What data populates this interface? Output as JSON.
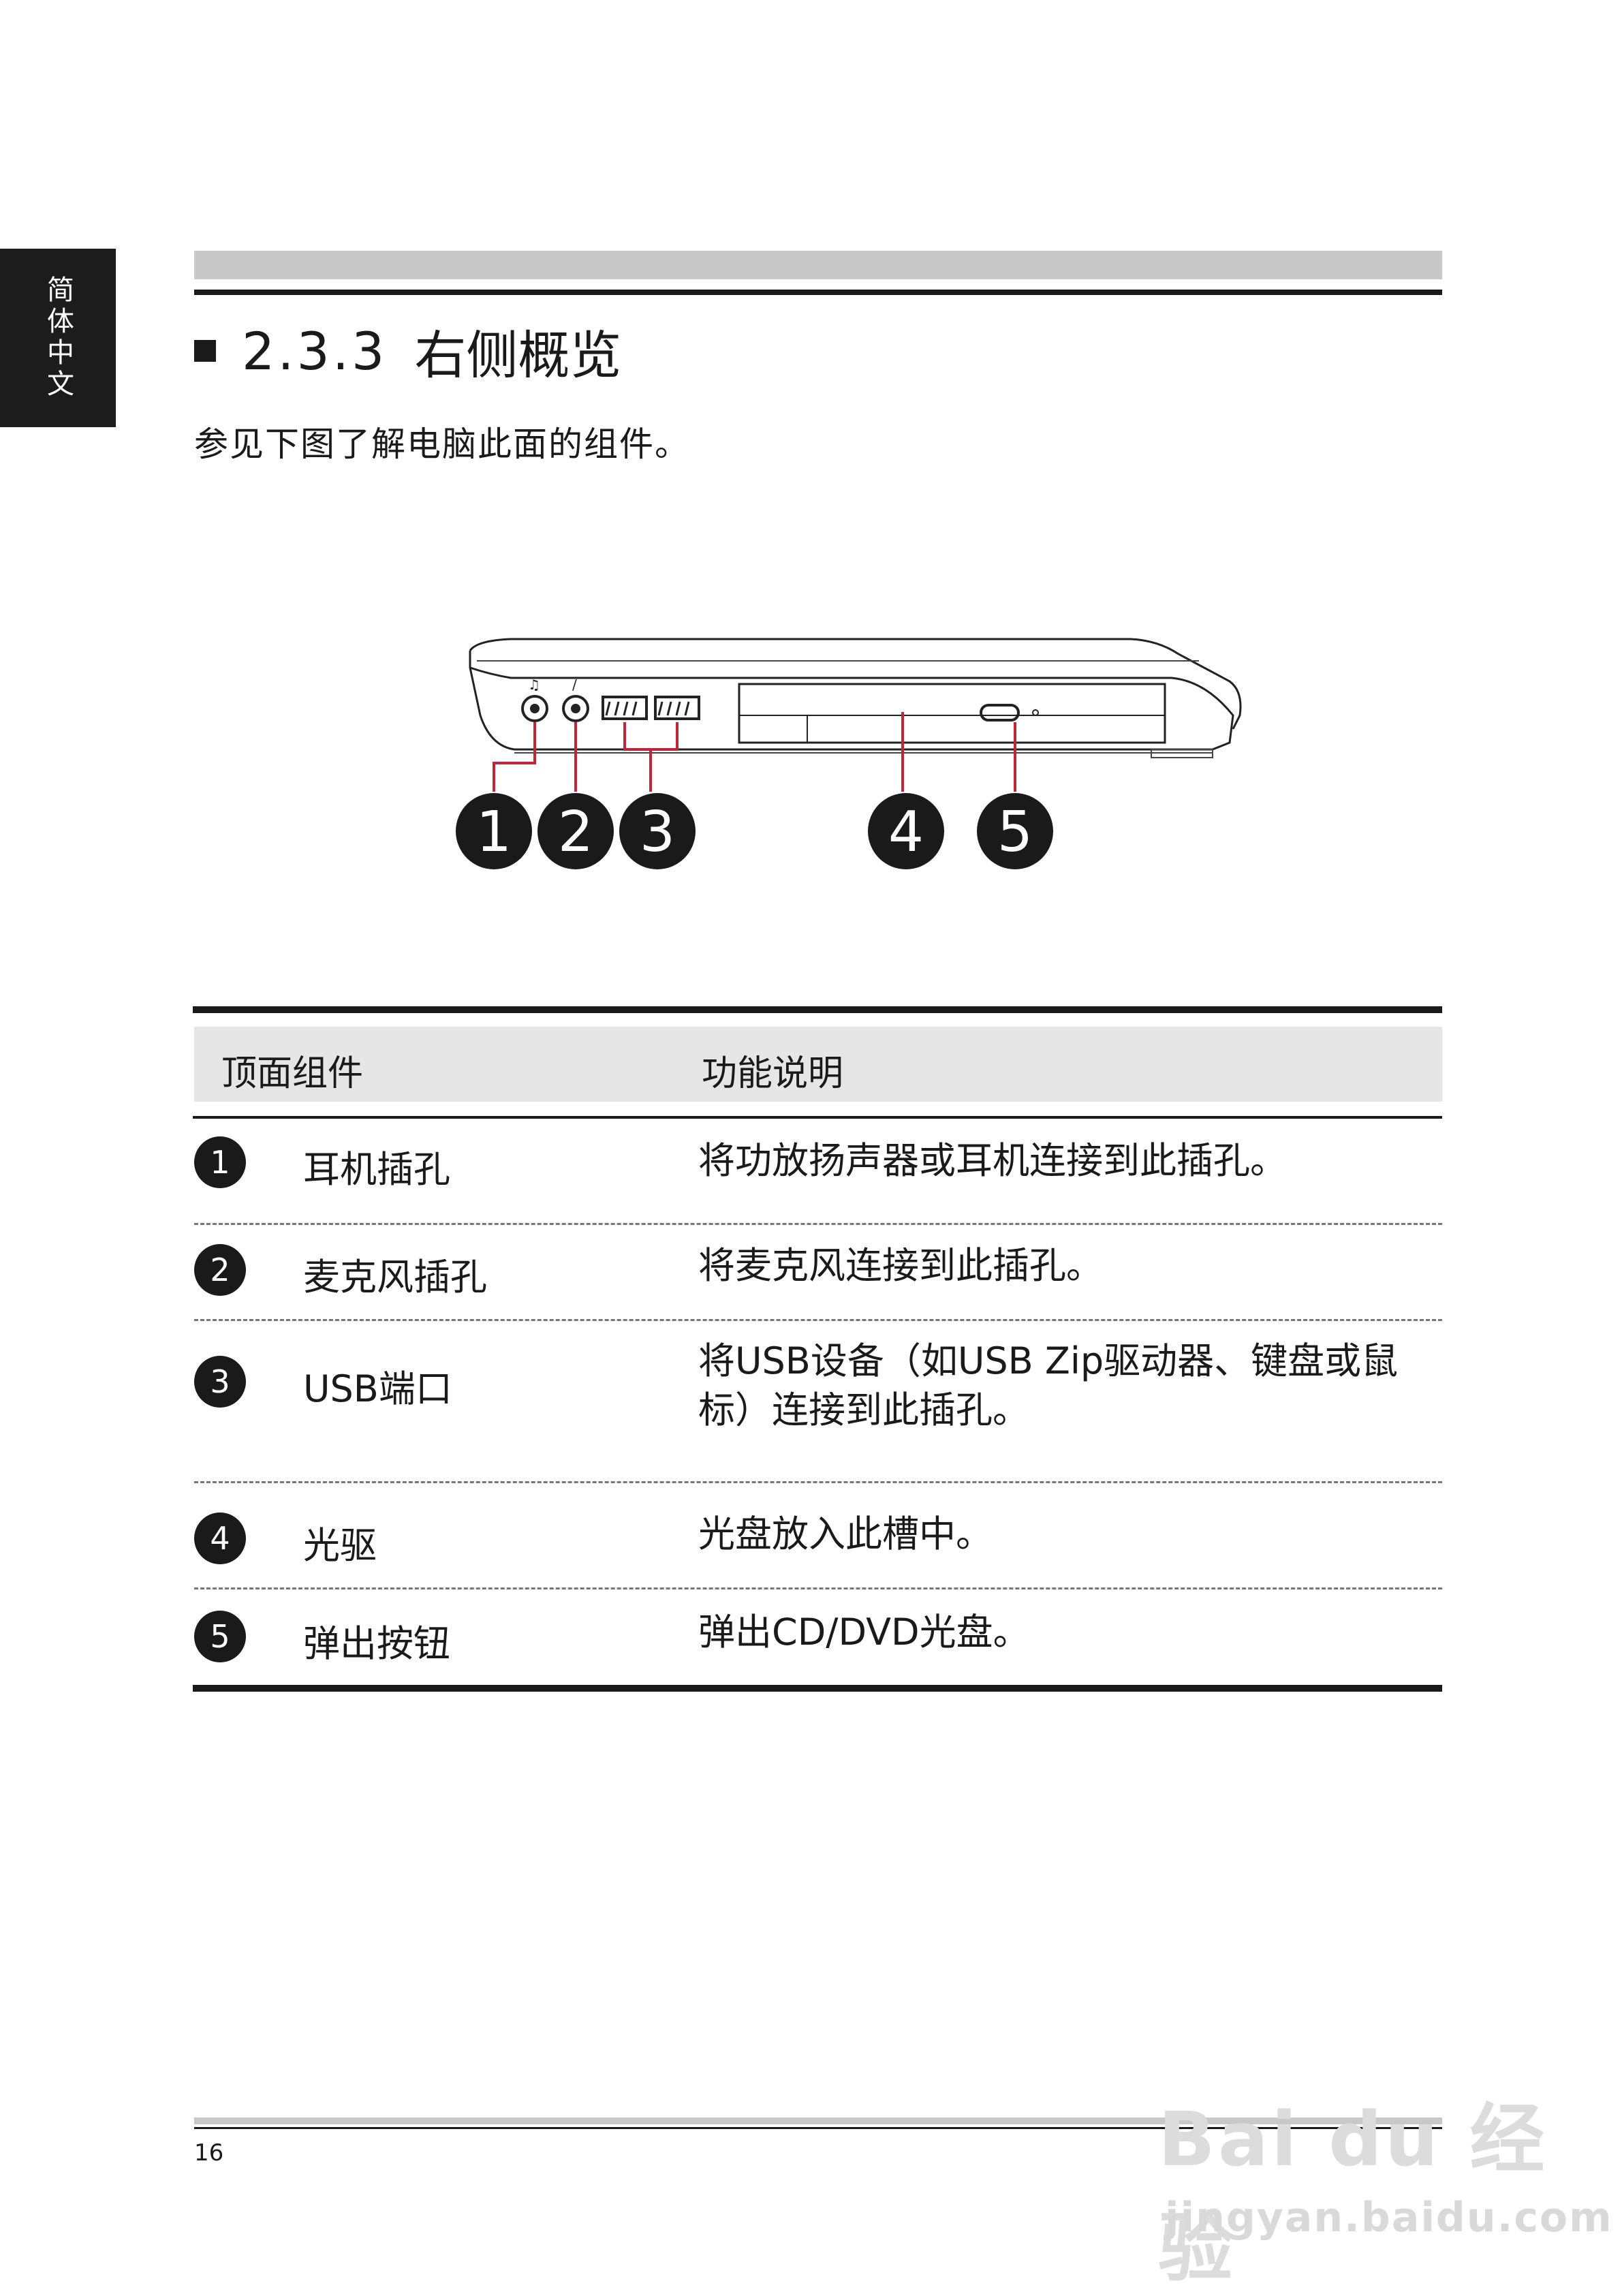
{
  "side_tab": {
    "label": "简体中文"
  },
  "section": {
    "number": "2.3.3",
    "title": "右侧概览"
  },
  "intro": "参见下图了解电脑此面的组件。",
  "figure": {
    "callouts": [
      "1",
      "2",
      "3",
      "4",
      "5"
    ]
  },
  "table": {
    "headers": {
      "component": "顶面组件",
      "function": "功能说明"
    },
    "rows": [
      {
        "num": "1",
        "component": "耳机插孔",
        "desc": "将功放扬声器或耳机连接到此插孔。"
      },
      {
        "num": "2",
        "component": "麦克风插孔",
        "desc": "将麦克风连接到此插孔。"
      },
      {
        "num": "3",
        "component": "USB端口",
        "desc": "将USB设备（如USB Zip驱动器、键盘或鼠标）连接到此插孔。"
      },
      {
        "num": "4",
        "component": "光驱",
        "desc": "光盘放入此槽中。"
      },
      {
        "num": "5",
        "component": "弹出按钮",
        "desc": "弹出CD/DVD光盘。"
      }
    ]
  },
  "footer": {
    "page_number": "16"
  },
  "watermark": {
    "brand": "Bai du 经验",
    "url": "jingyan.baidu.com"
  }
}
